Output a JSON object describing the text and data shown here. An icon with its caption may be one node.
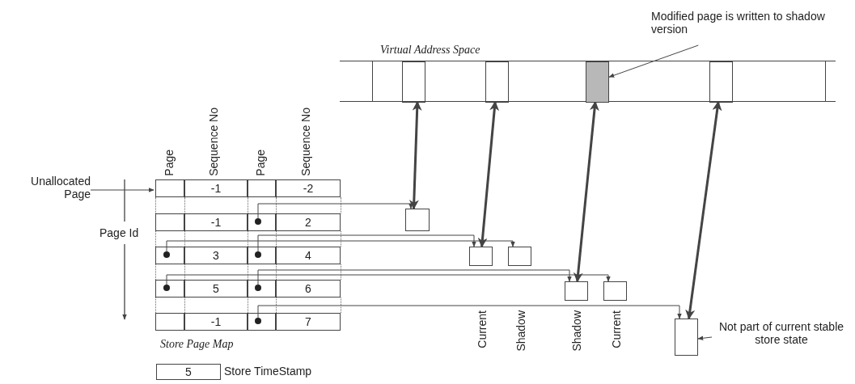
{
  "diagram": {
    "nodes": [
      {
        "text": [
          "Virtual Address Space"
        ]
      },
      {
        "text": [],
        "shape": "box",
        "in": 0
      },
      {
        "text": [],
        "shape": "box",
        "in": 0
      },
      {
        "text": [],
        "shape": "box",
        "in": 0
      },
      {
        "text": [],
        "shape": "box",
        "in": 0
      },
      {
        "text": [
          "Modified page is written to shadow version"
        ]
      },
      {
        "text": [
          "Unallocated Page"
        ]
      },
      {
        "text": [
          "Store Page Map"
        ]
      },
      {
        "text": [],
        "shape": "circle",
        "in": 7
      },
      {
        "text": [],
        "shape": "circle",
        "in": 7
      },
      {
        "text": [],
        "shape": "circle",
        "in": 7
      },
      {
        "text": [],
        "shape": "circle",
        "in": 7
      },
      {
        "text": [],
        "shape": "circle",
        "in": 7
      },
      {
        "text": [],
        "shape": "circle",
        "in": 7
      },
      {
        "text": [],
        "shape": "box"
      },
      {
        "text": [],
        "shape": "box",
        "beside": [
          "Current"
        ]
      },
      {
        "text": [],
        "shape": "box",
        "beside": [
          "Shadow"
        ]
      },
      {
        "text": [],
        "shape": "box",
        "beside": [
          "Shadow"
        ]
      },
      {
        "text": [],
        "shape": "box",
        "beside": [
          "Current"
        ]
      },
      {
        "text": [],
        "shape": "box"
      },
      {
        "text": [
          "Not part of current stable store state"
        ]
      },
      {
        "text": [
          "5"
        ],
        "beside": [
          "Store TimeStamp"
        ]
      }
    ],
    "edges": [
      {
        "from": 5,
        "to": 3,
        "arrow": "to"
      },
      {
        "from": 6,
        "to": 7,
        "arrow": "to"
      },
      {
        "from": 8,
        "to": 14,
        "arrow": "to"
      },
      {
        "from": 10,
        "to": 15,
        "arrow": "to"
      },
      {
        "from": 9,
        "to": 16,
        "arrow": "to"
      },
      {
        "from": 12,
        "to": 17,
        "arrow": "to"
      },
      {
        "from": 11,
        "to": 18,
        "arrow": "to"
      },
      {
        "from": 13,
        "to": 19,
        "arrow": "to"
      },
      {
        "from": 1,
        "to": 14,
        "arrow": "both",
        "style": "thick"
      },
      {
        "from": 2,
        "to": 15,
        "arrow": "both",
        "style": "thick"
      },
      {
        "from": 3,
        "to": 17,
        "arrow": "both",
        "style": "thick"
      },
      {
        "from": 4,
        "to": 19,
        "arrow": "both",
        "style": "thick"
      },
      {
        "from": 20,
        "to": 19,
        "arrow": "to"
      }
    ],
    "labels": [
      "Page Id",
      "Page",
      "Sequence No",
      "Page",
      "Sequence No",
      "-1",
      "-2",
      "-1",
      "2",
      "3",
      "4",
      "5",
      "6",
      "-1",
      "7"
    ]
  }
}
